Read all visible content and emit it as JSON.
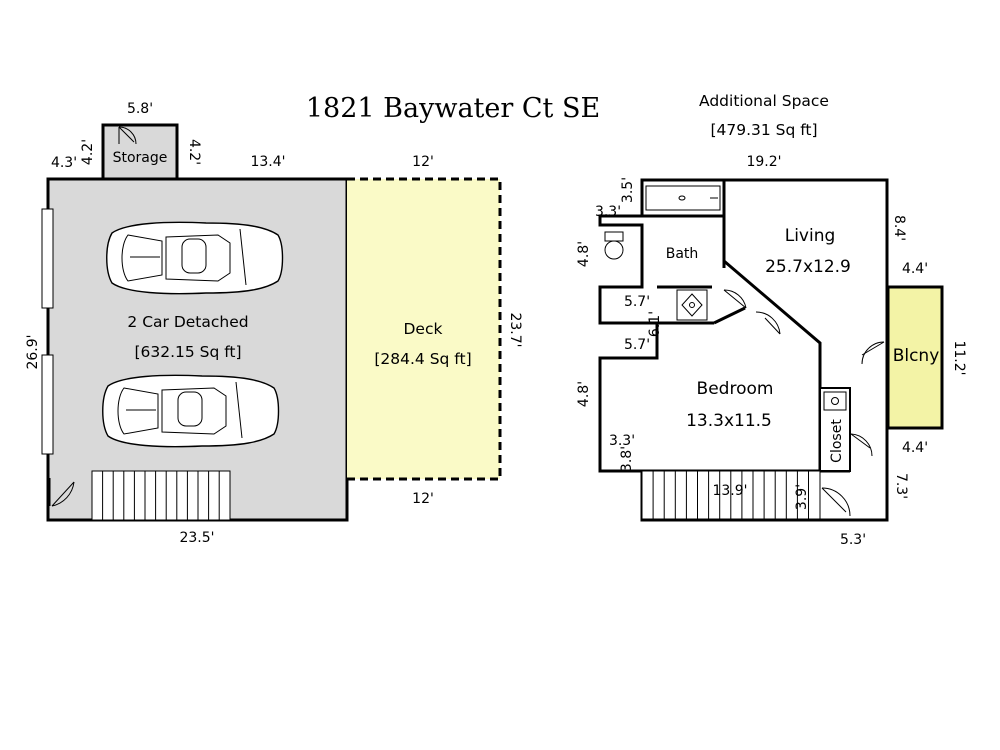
{
  "title": "1821 Baywater Ct SE",
  "additional_space": {
    "heading": "Additional Space",
    "area": "[479.31 Sq ft]"
  },
  "rooms": {
    "storage": "Storage",
    "garage": "2 Car Detached",
    "garage_area": "[632.15 Sq ft]",
    "deck": "Deck",
    "deck_area": "[284.4 Sq ft]",
    "bath": "Bath",
    "living": "Living",
    "living_size": "25.7x12.9",
    "bedroom": "Bedroom",
    "bedroom_size": "13.3x11.5",
    "closet": "Closet",
    "balcony": "Blcny"
  },
  "dimensions": {
    "storage_top": "5.8'",
    "storage_left": "4.2'",
    "storage_right": "4.2'",
    "garage_top_left": "4.3'",
    "garage_top_right": "13.4'",
    "garage_left": "26.9'",
    "garage_bottom": "23.5'",
    "deck_top": "12'",
    "deck_bottom": "12'",
    "deck_right": "23.7'",
    "upper_top": "19.2'",
    "bath_top_vert": "3.5'",
    "bath_top_horiz": "3.3'",
    "bath_left": "4.8'",
    "notch_top": "5.7'",
    "notch_vert": "6.1'",
    "notch_bottom": "5.7'",
    "bedroom_left": "4.8'",
    "bedroom_lower_horiz": "3.3'",
    "bedroom_lower_vert": "3.8'",
    "stair_width": "13.9'",
    "stair_vert": "3.9'",
    "living_right": "8.4'",
    "balcony_top": "4.4'",
    "balcony_right": "11.2'",
    "balcony_bottom": "4.4'",
    "lower_right": "7.3'",
    "bottom_right": "5.3'"
  },
  "colors": {
    "garage_fill": "#d9d9d9",
    "deck_fill": "#fafac7",
    "balcony_fill": "#f3f3a6"
  }
}
